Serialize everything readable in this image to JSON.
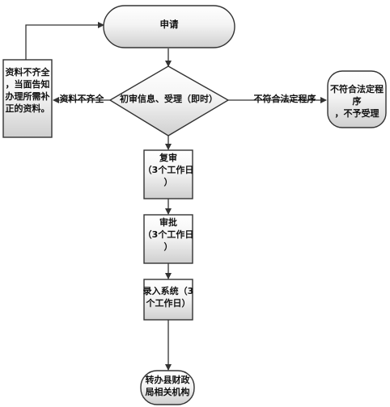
{
  "nodes": {
    "apply": "申请",
    "review": "初审信息、受理（即时）",
    "incomplete": "资料不齐全\n，当面告知\n办理所需补\n正的资料。",
    "reject": "不符合法定程序\n，不予受理",
    "recheck": "复审\n（3个工作日\n）",
    "approve": "审批\n（3个工作日\n）",
    "enter": "录入系统（3\n个工作日）",
    "sendto": "转办县财政\n局相关机构"
  },
  "edges": {
    "incomplete": "资料不齐全",
    "illegal": "不符合法定程序"
  },
  "colors": {
    "line": "#333333",
    "fill_top": "#ffffff",
    "fill_bottom": "#d4d4d4"
  }
}
